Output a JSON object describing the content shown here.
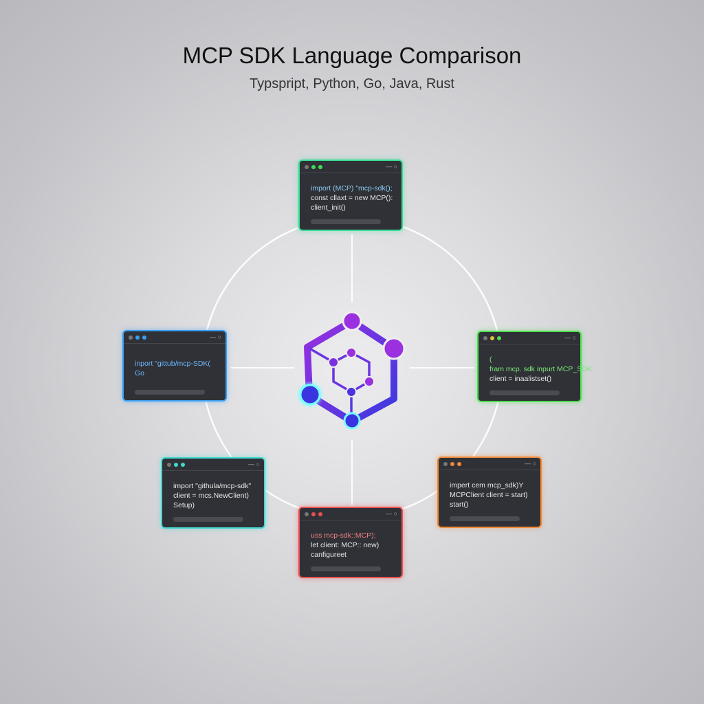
{
  "header": {
    "title": "MCP SDK Language Comparison",
    "subtitle": "Typspript, Python, Go, Java, Rust"
  },
  "colors": {
    "hub_purple": "#7b2fe0",
    "hub_indigo": "#4a3ae0",
    "ring": "#ffffff"
  },
  "windows": [
    {
      "id": "top",
      "accent": "#3ddc97",
      "dots": [
        "#777",
        "#3ddc5a",
        "#3ddc5a"
      ],
      "lines": [
        {
          "text": "import (MCP)  \"mcp-sdk();",
          "color": "#8cc8f0"
        },
        {
          "text": "const cllaxt = new MCP():",
          "color": "#e6e6e6"
        },
        {
          "text": "client_init()",
          "color": "#e6e6e6"
        }
      ]
    },
    {
      "id": "left",
      "accent": "#3a9ef0",
      "dots": [
        "#777",
        "#3a9ef0",
        "#3a9ef0"
      ],
      "lines": [
        {
          "text": "",
          "color": "#6cb8ff"
        },
        {
          "text": "inport \"gittub/mcp-SDK(",
          "color": "#6cb8ff"
        },
        {
          "text": "Go",
          "color": "#6cb8ff"
        }
      ]
    },
    {
      "id": "right",
      "accent": "#4ee04e",
      "dots": [
        "#777",
        "#e0c040",
        "#4ee04e"
      ],
      "lines": [
        {
          "text": "(",
          "color": "#7ae67a"
        },
        {
          "text": "fram mcp. sdk inpurt  MCP_SDK",
          "color": "#7ae67a"
        },
        {
          "text": "client = inaalistset()",
          "color": "#e6e6e6"
        }
      ]
    },
    {
      "id": "bottom-left",
      "accent": "#45d8d0",
      "dots": [
        "#777",
        "#45d8d0",
        "#45d8d0"
      ],
      "lines": [
        {
          "text": "import \"githula/mcp-sdk\"",
          "color": "#e6e6e6"
        },
        {
          "text": "client = mcs.NewClient)",
          "color": "#e6e6e6"
        },
        {
          "text": "Setup)",
          "color": "#e6e6e6"
        }
      ]
    },
    {
      "id": "bottom-right",
      "accent": "#f08a3a",
      "dots": [
        "#777",
        "#f08a3a",
        "#f08a3a"
      ],
      "lines": [
        {
          "text": "impert cem mcp_sdk)Y",
          "color": "#e6e6e6"
        },
        {
          "text": "MCPClient client = start)",
          "color": "#e6e6e6"
        },
        {
          "text": "start()",
          "color": "#e6e6e6"
        }
      ]
    },
    {
      "id": "bottom",
      "accent": "#e85050",
      "dots": [
        "#777",
        "#e85050",
        "#e85050"
      ],
      "lines": [
        {
          "text": "uss mcp-sdk::MCP);",
          "color": "#f08080"
        },
        {
          "text": "let client: MCP:: new)",
          "color": "#e6e6e6"
        },
        {
          "text": "canfigureet",
          "color": "#e6e6e6"
        }
      ]
    }
  ]
}
